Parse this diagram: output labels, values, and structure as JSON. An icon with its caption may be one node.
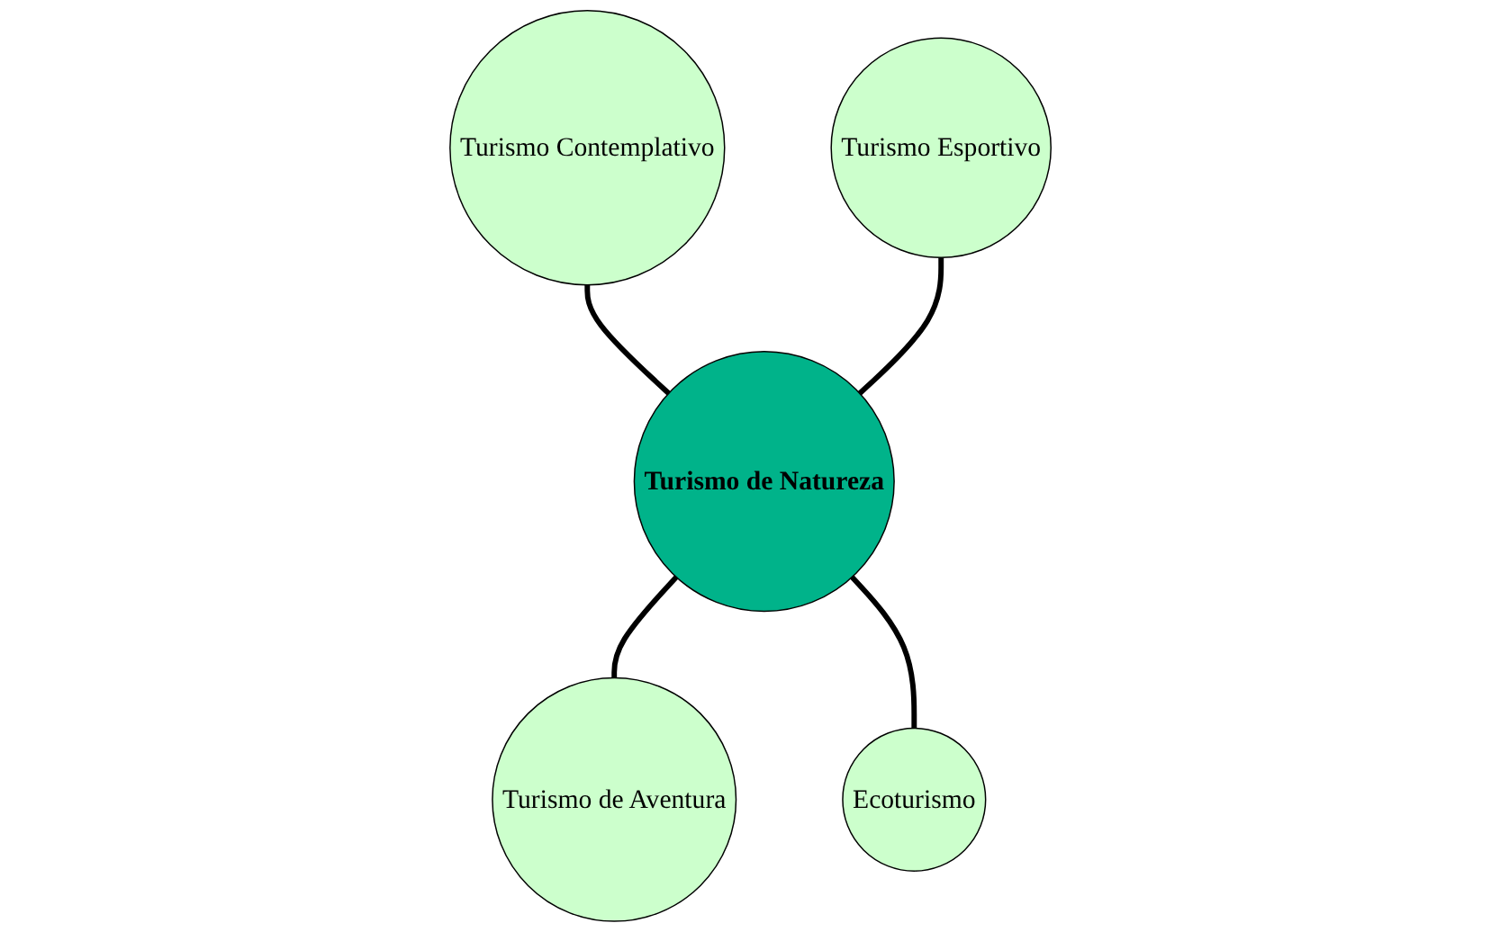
{
  "diagram": {
    "nodes": [
      {
        "text": [
          "Turismo Contemplativo"
        ]
      },
      {
        "text": [
          "Turismo Esportivo"
        ]
      },
      {
        "text": [
          "Turismo de Natureza"
        ]
      },
      {
        "text": [
          "Turismo de Aventura"
        ]
      },
      {
        "text": [
          "Ecoturismo"
        ]
      }
    ],
    "edges": [
      {
        "from": 0,
        "to": 2,
        "arrow": "none"
      },
      {
        "from": 1,
        "to": 2,
        "arrow": "none"
      },
      {
        "from": 2,
        "to": 3,
        "arrow": "none"
      },
      {
        "from": 2,
        "to": 4,
        "arrow": "none"
      }
    ]
  }
}
